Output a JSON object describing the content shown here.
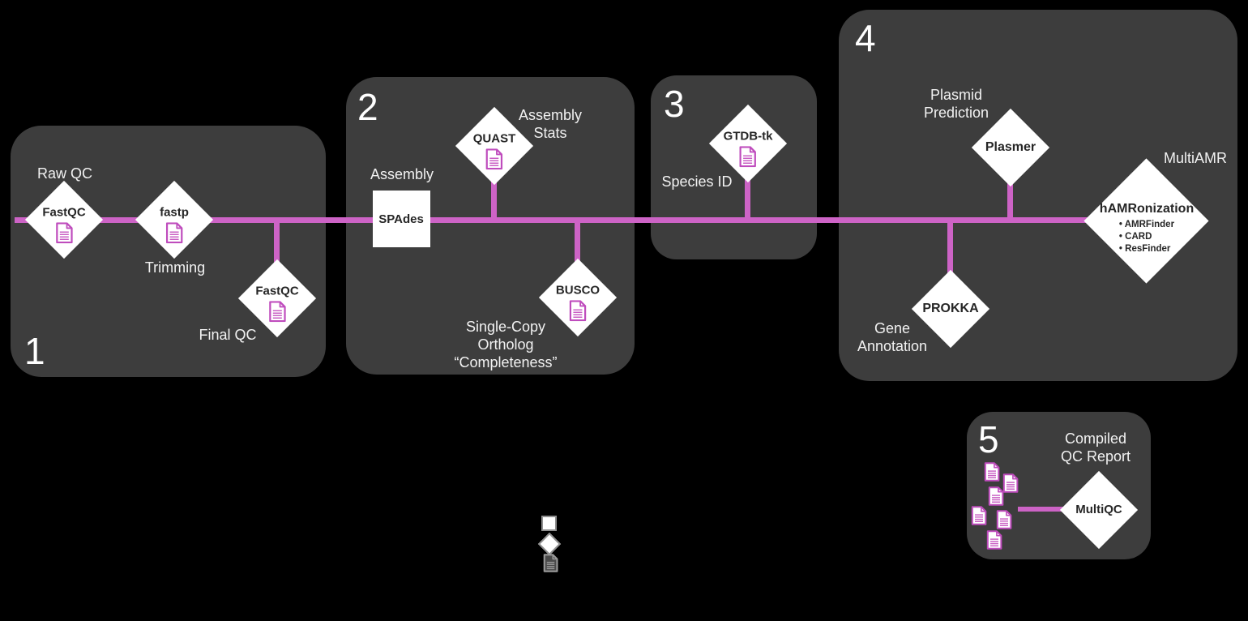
{
  "colors": {
    "background": "#000000",
    "panel": "#3d3d3d",
    "connector_line": "#cd63c6",
    "document_icon": "#bf4cbd",
    "node_fill": "#ffffff",
    "node_text": "#262626",
    "label_text": "#f2f2f2"
  },
  "stages": {
    "stage1": {
      "number": "1",
      "labels": {
        "raw_qc": "Raw QC",
        "trimming": "Trimming",
        "final_qc": "Final QC"
      },
      "nodes": {
        "fastqc_raw": "FastQC",
        "fastp": "fastp",
        "fastqc_final": "FastQC"
      }
    },
    "stage2": {
      "number": "2",
      "labels": {
        "assembly": "Assembly",
        "assembly_stats": "Assembly\nStats",
        "busco_caption": "Single-Copy\nOrtholog\n“Completeness”"
      },
      "nodes": {
        "spades": "SPAdes",
        "quast": "QUAST",
        "busco": "BUSCO"
      }
    },
    "stage3": {
      "number": "3",
      "labels": {
        "species_id": "Species ID"
      },
      "nodes": {
        "gtdbtk": "GTDB-tk"
      }
    },
    "stage4": {
      "number": "4",
      "labels": {
        "plasmid_prediction": "Plasmid\nPrediction",
        "multiamr": "MultiAMR",
        "gene_annotation": "Gene\nAnnotation"
      },
      "nodes": {
        "plasmer": "Plasmer",
        "prokka": "PROKKA",
        "hamronization": "hAMRonization"
      },
      "hamronization_tools": [
        "• AMRFinder",
        "• CARD",
        "• ResFinder"
      ]
    },
    "stage5": {
      "number": "5",
      "labels": {
        "compiled_qc": "Compiled\nQC Report"
      },
      "nodes": {
        "multiqc": "MultiQC"
      }
    }
  },
  "legend": {
    "items": [
      {
        "icon": "square-step-icon"
      },
      {
        "icon": "diamond-tool-icon"
      },
      {
        "icon": "document-report-icon"
      }
    ]
  }
}
